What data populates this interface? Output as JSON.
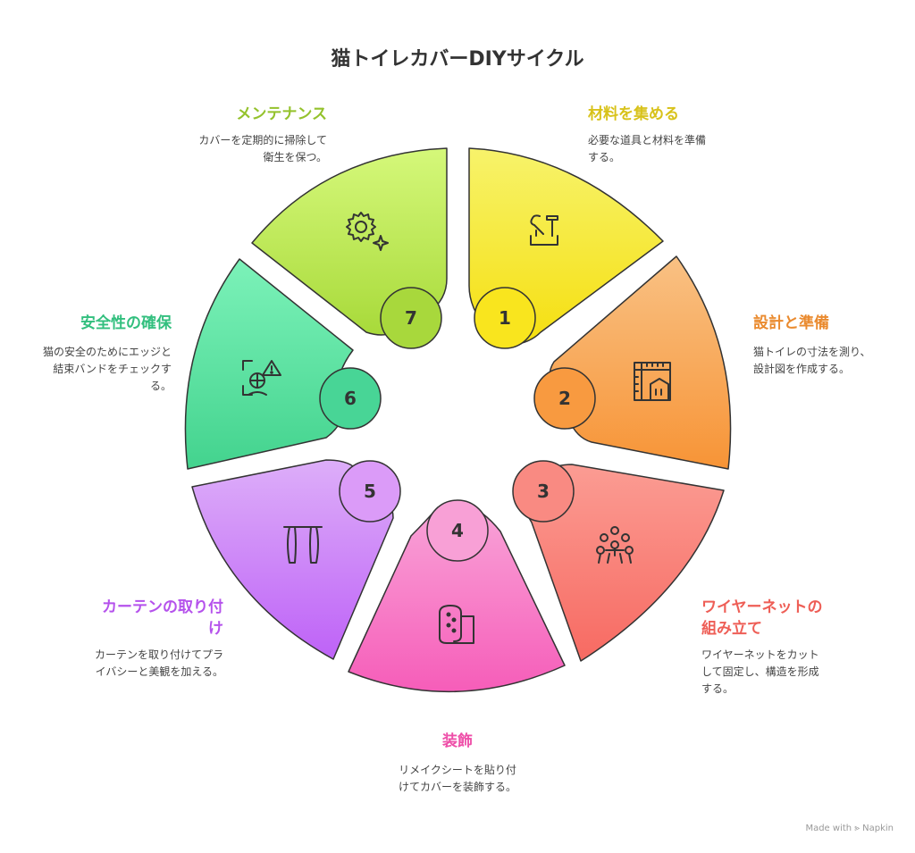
{
  "title": "猫トイレカバーDIYサイクル",
  "steps": [
    {
      "number": "1",
      "title": "材料を集める",
      "desc": "必要な道具と材料を準備する。",
      "color": "#F2D73A",
      "icon": "tools-icon"
    },
    {
      "number": "2",
      "title": "設計と準備",
      "desc": "猫トイレの寸法を測り、設計図を作成する。",
      "color": "#F0963C",
      "icon": "blueprint-icon"
    },
    {
      "number": "3",
      "title": "ワイヤーネットの組み立て",
      "desc": "ワイヤーネットをカットして固定し、構造を形成する。",
      "color": "#F0665E",
      "icon": "wire-structure-icon"
    },
    {
      "number": "4",
      "title": "装飾",
      "desc": "リメイクシートを貼り付けてカバーを装飾する。",
      "color": "#EE66B8",
      "icon": "sheet-roll-icon"
    },
    {
      "number": "5",
      "title": "カーテンの取り付け",
      "desc": "カーテンを取り付けてプライバシーと美観を加える。",
      "color": "#C064F0",
      "icon": "curtain-icon"
    },
    {
      "number": "6",
      "title": "安全性の確保",
      "desc": "猫の安全のためにエッジと結束バンドをチェックする。",
      "color": "#3EC98A",
      "icon": "safety-warning-icon"
    },
    {
      "number": "7",
      "title": "メンテナンス",
      "desc": "カバーを定期的に掃除して衛生を保つ。",
      "color": "#9CCB3A",
      "icon": "gear-sparkle-icon"
    }
  ],
  "footer": {
    "made_with": "Made with",
    "brand": "Napkin"
  }
}
